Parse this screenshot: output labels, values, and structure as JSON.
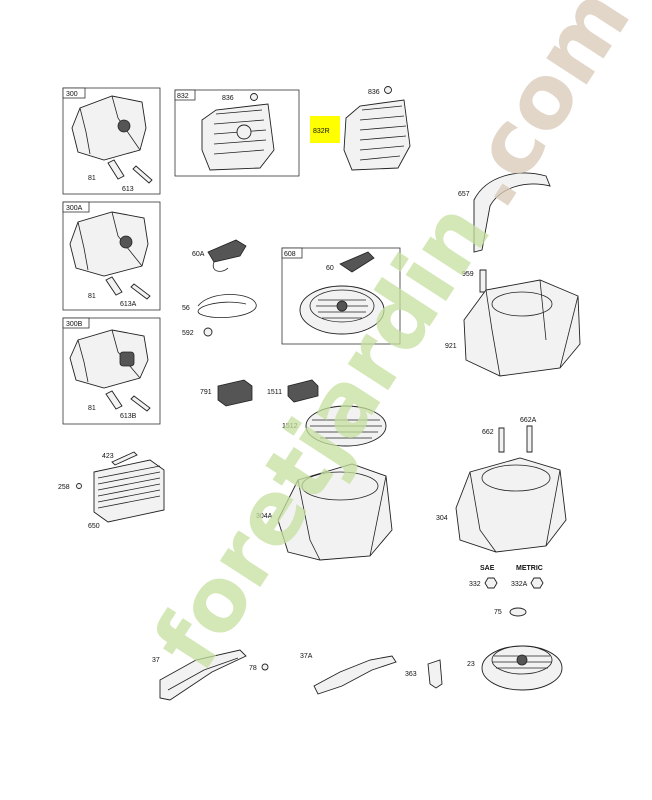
{
  "watermark": {
    "text_green": "foretjardin",
    "text_gray": ".com"
  },
  "boxes": {
    "b300": "300",
    "b300A": "300A",
    "b300B": "300B",
    "b832": "832",
    "b608": "608"
  },
  "labels": {
    "l836a": "836",
    "l836b": "836",
    "l832R": "832R",
    "l81a": "81",
    "l613": "613",
    "l81b": "81",
    "l613A": "613A",
    "l81c": "81",
    "l613B": "613B",
    "l60A": "60A",
    "l60": "60",
    "l56": "56",
    "l592": "592",
    "l657": "657",
    "l959": "959",
    "l921": "921",
    "l791": "791",
    "l1511": "1511",
    "l1512": "1512",
    "l423": "423",
    "l258": "258",
    "l650": "650",
    "l304A": "304A",
    "l304": "304",
    "l662": "662",
    "l662A": "662A",
    "lSAE": "SAE",
    "lMETRIC": "METRIC",
    "l332": "332",
    "l332A": "332A",
    "l75": "75",
    "l37": "37",
    "l78": "78",
    "l37A": "37A",
    "l363": "363",
    "l23": "23"
  },
  "colors": {
    "highlight": "#ffff00",
    "watermark_green": "#c6e0a0",
    "watermark_gray": "#d9c9b8"
  }
}
